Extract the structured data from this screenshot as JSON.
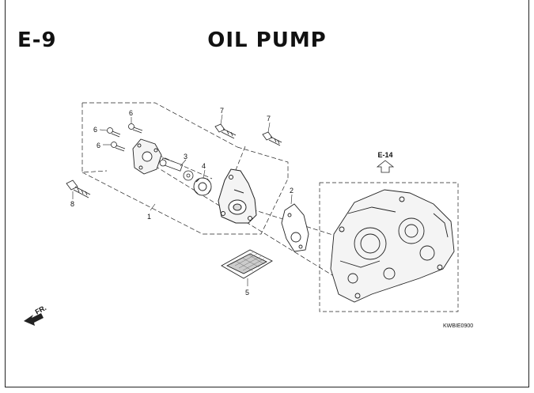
{
  "header": {
    "section_code": "E-9",
    "title": "OIL PUMP"
  },
  "callouts": {
    "p1": "1",
    "p2": "2",
    "p3": "3",
    "p4": "4",
    "p5": "5",
    "p6a": "6",
    "p6b": "6",
    "p6c": "6",
    "p7a": "7",
    "p7b": "7",
    "p8": "8"
  },
  "reference": {
    "label": "E-14"
  },
  "direction": {
    "label": "FR."
  },
  "drawing_code": "KWBIE0900",
  "colors": {
    "line": "#222222",
    "accent_fill": "#cccccc"
  }
}
